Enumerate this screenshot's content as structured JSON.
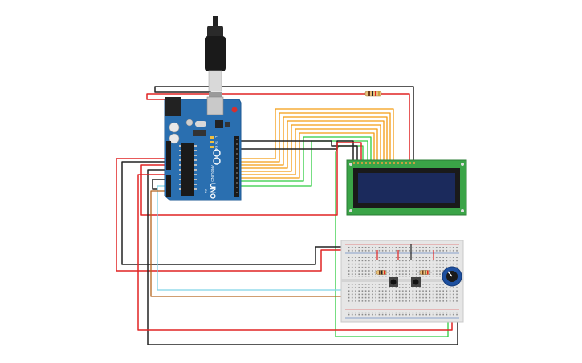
{
  "arduino": {
    "model_label": "UNO",
    "brand_label": "ARDUINO",
    "on_label": "ON",
    "tx_label": "TX",
    "rx_label": "RX",
    "l_label": "L"
  },
  "colors": {
    "board": "#2a6fb0",
    "board_dark": "#1f5a93",
    "wire_red": "#e02424",
    "wire_black": "#222222",
    "wire_orange": "#f39c12",
    "wire_green": "#2ecc40",
    "wire_cyan": "#7fd3e6",
    "wire_brown": "#b5651d",
    "lcd_pcb": "#3aa447",
    "lcd_screen": "#1b2a5c",
    "breadboard": "#e6e6e6",
    "pot": "#1e50a0"
  },
  "components": [
    "usb-cable",
    "arduino-uno",
    "lcd-16x2",
    "breadboard",
    "potentiometer",
    "pushbutton",
    "pushbutton",
    "resistor",
    "resistor",
    "resistor"
  ]
}
